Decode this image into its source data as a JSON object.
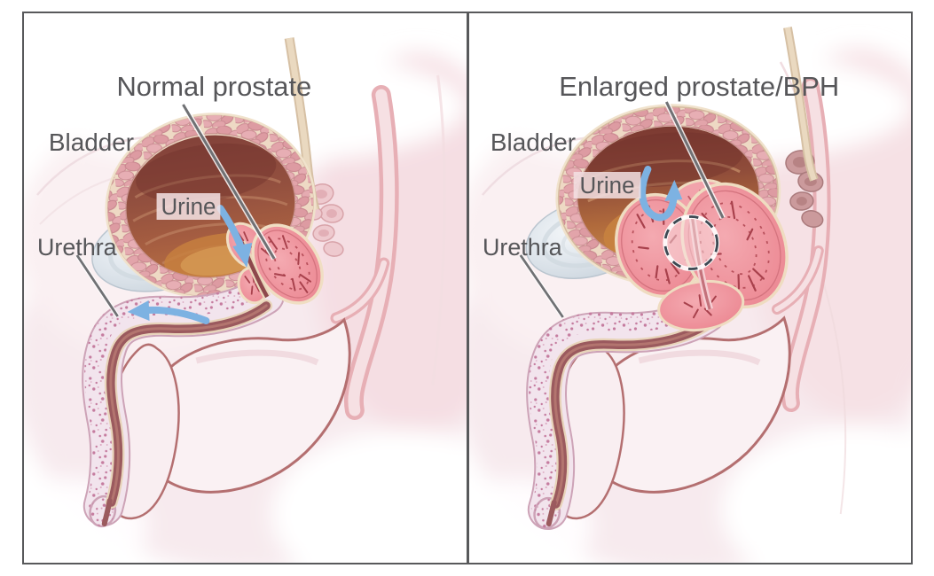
{
  "figure": {
    "description": "Sagittal cross-section medical illustration comparing a normal prostate with an enlarged prostate (BPH)",
    "frame_color": "#58595b",
    "background_color": "#ffffff",
    "label_text_color": "#565659",
    "leader_line_color": "#707174",
    "urine_arrow_color": "#7db2e2"
  },
  "panels": [
    {
      "id": "normal",
      "title": "Normal prostate",
      "labels": {
        "bladder": "Bladder",
        "urine": "Urine",
        "urethra": "Urethra"
      }
    },
    {
      "id": "bph",
      "title": "Enlarged prostate/BPH",
      "labels": {
        "bladder": "Bladder",
        "urine": "Urine",
        "urethra": "Urethra"
      }
    }
  ]
}
